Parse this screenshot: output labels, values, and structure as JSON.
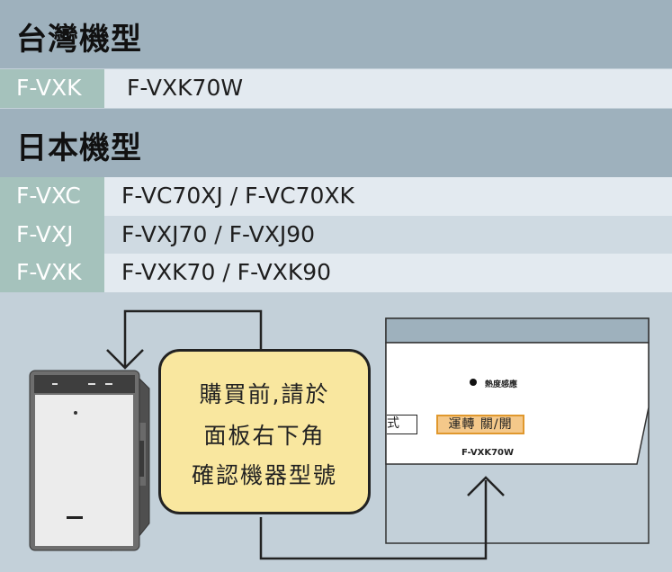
{
  "taiwan": {
    "heading": "台灣機型",
    "rows": [
      {
        "series": "F-VXK",
        "models": "F-VXK70W"
      }
    ]
  },
  "japan": {
    "heading": "日本機型",
    "rows": [
      {
        "series": "F-VXC",
        "models": "F-VC70XJ / F-VC70XK"
      },
      {
        "series": "F-VXJ",
        "models": "F-VXJ70 / F-VXJ90"
      },
      {
        "series": "F-VXK",
        "models": "F-VXK70 / F-VXK90"
      }
    ]
  },
  "note": {
    "lines": [
      "購買前,請於",
      "面板右下角",
      "確認機器型號"
    ]
  },
  "panel": {
    "indicator_label": "熱度感應",
    "run_label": "運轉 關/開",
    "mode_label": "式",
    "model_label": "F-VXK70W"
  },
  "colors": {
    "header_bg": "#9eb1bd",
    "tag_bg": "#a5c2bc",
    "row_light": "#e3eaf0",
    "row_alt": "#cfdae2",
    "note_bg": "#f9e79f",
    "run_button": "#f4c88a"
  }
}
